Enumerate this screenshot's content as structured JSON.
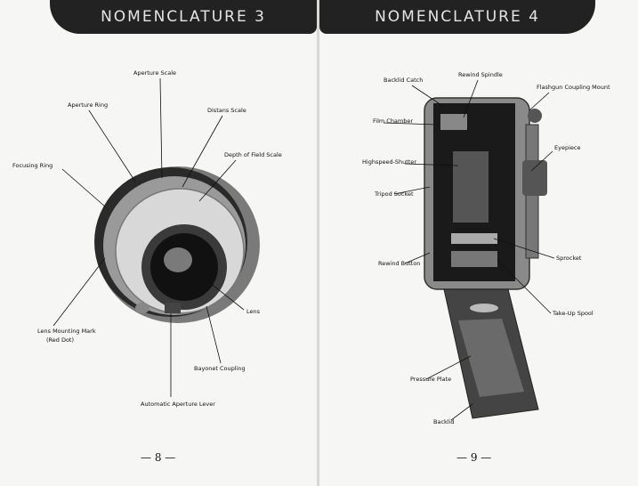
{
  "left_page": {
    "title": "NOMENCLATURE 3",
    "page_number": "— 8 —",
    "labels": {
      "aperture_scale": "Aperture Scale",
      "aperture_ring": "Aperture Ring",
      "distance_scale": "Distans Scale",
      "depth_of_field_scale": "Depth of Field Scale",
      "focusing_ring": "Focusing Ring",
      "lens": "Lens",
      "lens_mounting_mark_line1": "Lens Mounting Mark",
      "lens_mounting_mark_line2": "(Red Dot)",
      "bayonet_coupling": "Bayonet Coupling",
      "automatic_aperture_lever": "Automatic Aperture Lever"
    }
  },
  "right_page": {
    "title": "NOMENCLATURE 4",
    "page_number": "— 9 —",
    "labels": {
      "backlid_catch": "Backlid Catch",
      "rewind_spindle": "Rewind Spindle",
      "flashgun_coupling_mount": "Flashgun Coupling Mount",
      "film_chamber": "Film Chamber",
      "eyepiece": "Eyepiece",
      "high_speed_shutter": "Highspeed-Shutter",
      "tripod_socket": "Tripod Socket",
      "rewind_button": "Rewind Button",
      "sprocket": "Sprocket",
      "take_up_spool": "Take-Up Spool",
      "pressure_plate": "Pressure Plate",
      "backlid": "Backlid"
    }
  }
}
